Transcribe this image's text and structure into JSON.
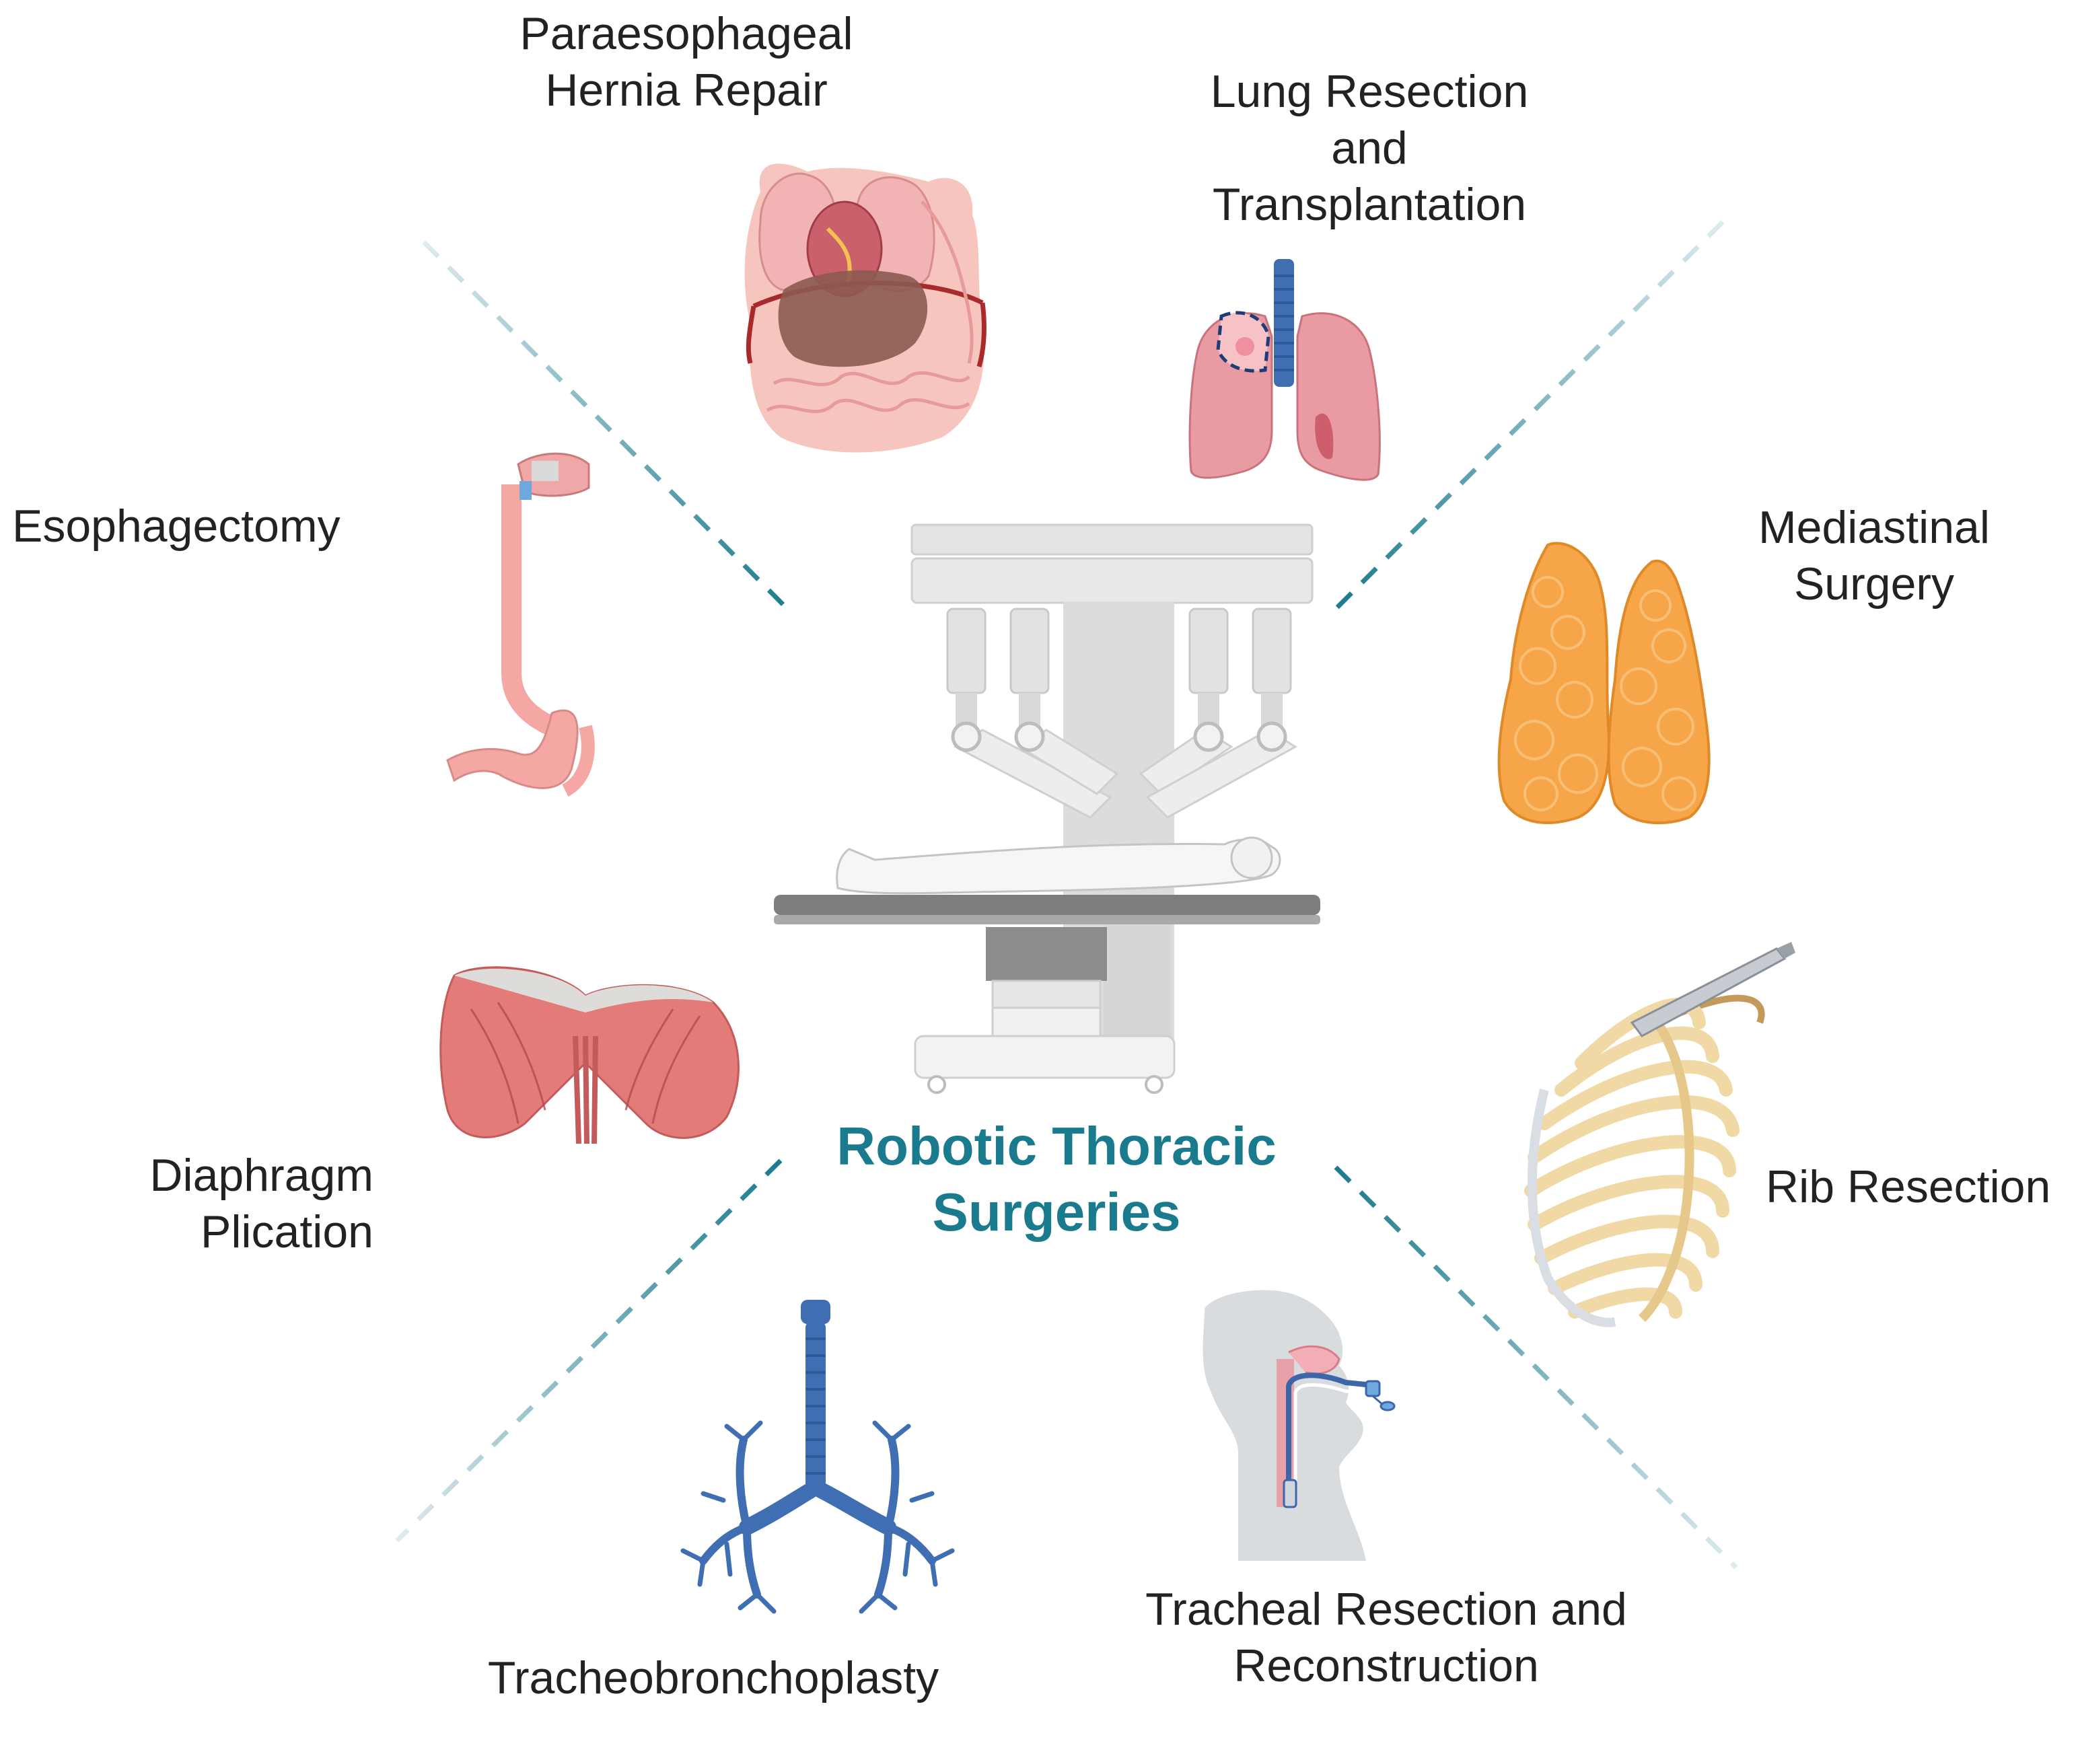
{
  "center_title": "Robotic Thoracic\nSurgeries",
  "colors": {
    "accent": "#1b7b8e",
    "text": "#222222"
  },
  "procedures": {
    "paraesophageal": {
      "label": "Paraesophageal\nHernia Repair",
      "icon": "abdominal-organs-icon"
    },
    "lung": {
      "label": "Lung Resection\nand\nTransplantation",
      "icon": "lungs-icon"
    },
    "mediastinal": {
      "label": "Mediastinal\nSurgery",
      "icon": "thymus-icon"
    },
    "rib": {
      "label": "Rib Resection",
      "icon": "rib-cage-icon"
    },
    "tracheal": {
      "label": "Tracheal Resection and\nReconstruction",
      "icon": "intubated-head-icon"
    },
    "tracheobronchoplasty": {
      "label": "Tracheobronchoplasty",
      "icon": "bronchial-tree-icon"
    },
    "diaphragm": {
      "label": "Diaphragm\nPlication",
      "icon": "diaphragm-icon"
    },
    "esophagectomy": {
      "label": "Esophagectomy",
      "icon": "esophagus-stomach-icon"
    }
  },
  "center_icon": "robotic-surgical-system-icon"
}
